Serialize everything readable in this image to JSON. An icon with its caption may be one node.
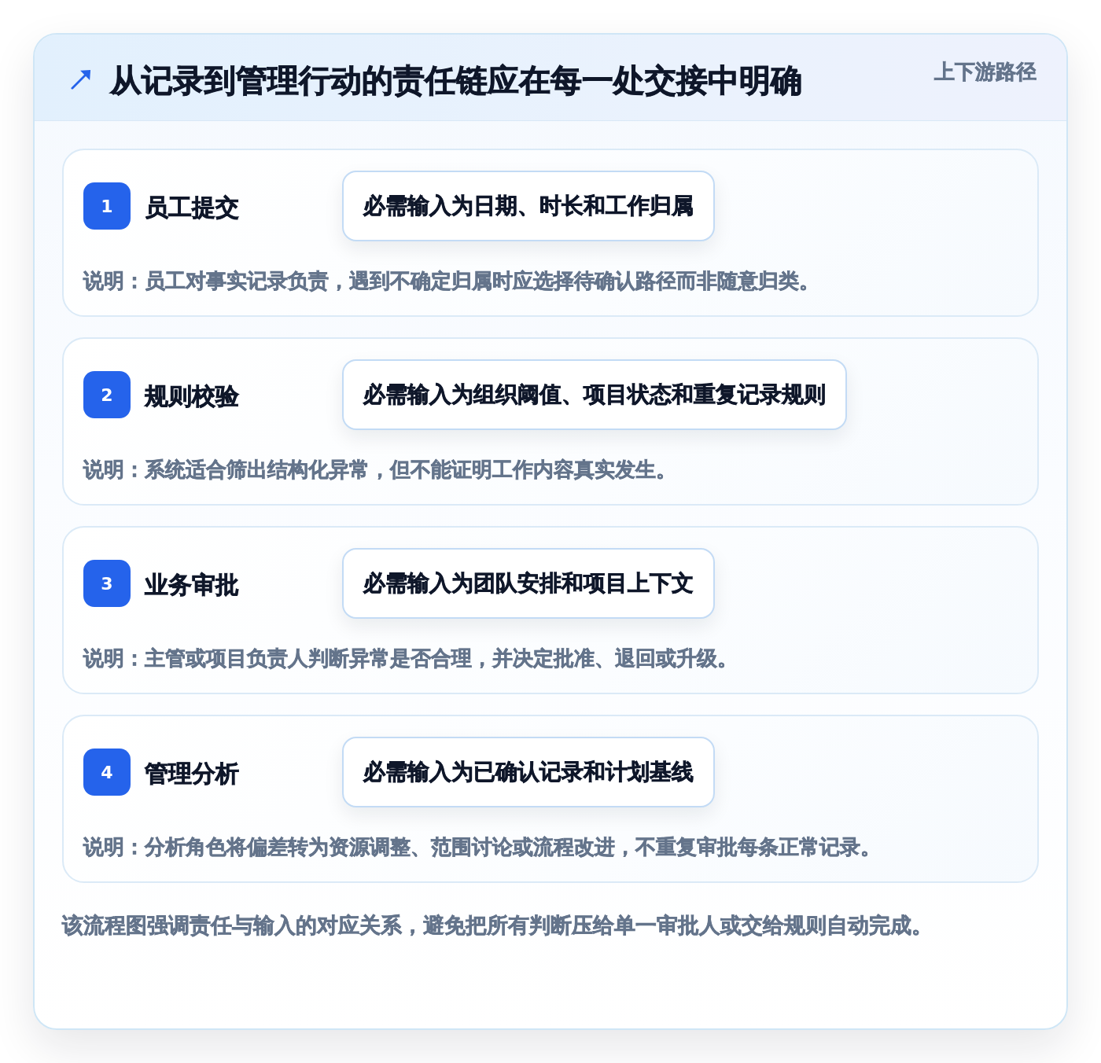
{
  "diagram": {
    "title": "从记录到管理行动的责任链应在每一处交接中明确",
    "caption": "该流程图强调责任与输入的对应关系，避免把所有判断压给单一审批人或交给规则自动完成。",
    "labels": [
      "上下游路径"
    ],
    "nodes": [
      {
        "text": [
          "员工提交",
          "说明：员工对事实记录负责，遇到不确定归属时应选择待确认路径而非随意归类。"
        ]
      },
      {
        "text": [
          "1"
        ],
        "in": 0
      },
      {
        "text": [
          "必需输入为日期、时长和工作归属"
        ],
        "in": 0
      },
      {
        "text": [
          "规则校验",
          "说明：系统适合筛出结构化异常，但不能证明工作内容真实发生。"
        ]
      },
      {
        "text": [
          "2"
        ],
        "in": 3
      },
      {
        "text": [
          "必需输入为组织阈值、项目状态和重复记录规则"
        ],
        "in": 3
      },
      {
        "text": [
          "业务审批",
          "说明：主管或项目负责人判断异常是否合理，并决定批准、退回或升级。"
        ]
      },
      {
        "text": [
          "3"
        ],
        "in": 6
      },
      {
        "text": [
          "必需输入为团队安排和项目上下文"
        ],
        "in": 6
      },
      {
        "text": [
          "管理分析",
          "说明：分析角色将偏差转为资源调整、范围讨论或流程改进，不重复审批每条正常记录。"
        ]
      },
      {
        "text": [
          "4"
        ],
        "in": 9
      },
      {
        "text": [
          "必需输入为已确认记录和计划基线"
        ],
        "in": 9
      }
    ],
    "edges": []
  }
}
